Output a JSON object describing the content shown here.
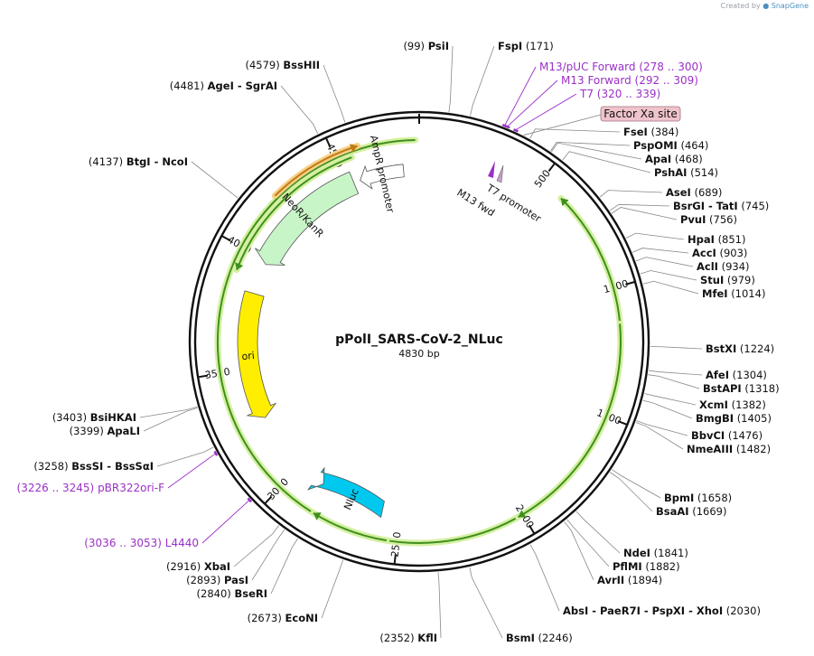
{
  "credit": {
    "prefix": "Created by",
    "brand": "SnapGene"
  },
  "plasmid": {
    "name": "pPolI_SARS-CoV-2_NLuc",
    "length_label": "4830 bp",
    "length": 4830
  },
  "colors": {
    "backbone": "#111111",
    "primer": "#9b30c7",
    "promoter_fill": "#ffffff",
    "neokan_fill": "#c8f5c8",
    "ori_fill": "#ffee00",
    "nluc_fill": "#00c8ee",
    "green_arrow": "#3f8f1f",
    "green_glow": "#d4f0a0",
    "orange_arrow": "#c07a10",
    "orange_glow": "#f7d08a",
    "misc_feature_fill": "#f0c4cc",
    "t7_fill": "#c8a0c8"
  },
  "ticks": [
    {
      "pos": 500,
      "label": "500"
    },
    {
      "pos": 1000,
      "label": "1000"
    },
    {
      "pos": 1500,
      "label": "1500"
    },
    {
      "pos": 2000,
      "label": "2000"
    },
    {
      "pos": 2500,
      "label": "2500"
    },
    {
      "pos": 3000,
      "label": "3000"
    },
    {
      "pos": 3500,
      "label": "3500"
    },
    {
      "pos": 4000,
      "label": "4000"
    },
    {
      "pos": 4500,
      "label": "4500"
    }
  ],
  "features": [
    {
      "label": "NeoR/KanR",
      "start": 4530,
      "end": 3980,
      "dir": "reverse",
      "kind": "cds",
      "color_key": "neokan_fill"
    },
    {
      "label": "AmpR promoter",
      "start": 4760,
      "end": 4560,
      "dir": "reverse",
      "kind": "promoter",
      "color_key": "promoter_fill"
    },
    {
      "label": "ori",
      "start": 3840,
      "end": 3270,
      "dir": "reverse",
      "kind": "rep_origin",
      "color_key": "ori_fill"
    },
    {
      "label": "Nluc",
      "start": 2580,
      "end": 2870,
      "dir": "reverse",
      "kind": "cds",
      "color_key": "nluc_fill"
    },
    {
      "label": "T7 promoter",
      "start": 318,
      "end": 340,
      "dir": "forward",
      "kind": "promoter",
      "color_key": "t7_fill"
    },
    {
      "label": "M13 fwd",
      "start": 290,
      "end": 310,
      "dir": "forward",
      "kind": "primer_bind",
      "color_key": "primer"
    }
  ],
  "arcs": [
    {
      "start": 4815,
      "end": 600,
      "dir": "reverse",
      "color_key": "green_arrow"
    },
    {
      "start": 1140,
      "end": 2020,
      "dir": "forward",
      "color_key": "green_arrow"
    },
    {
      "start": 2540,
      "end": 2840,
      "dir": "forward",
      "color_key": "green_arrow"
    },
    {
      "start": 4560,
      "end": 3910,
      "dir": "reverse",
      "color_key": "green_arrow"
    },
    {
      "start": 4230,
      "end": 4595,
      "dir": "forward",
      "color_key": "orange_arrow"
    }
  ],
  "sites": [
    {
      "name": "PsiI",
      "pos": 99,
      "label": "(99)",
      "order": "pre"
    },
    {
      "name": "FspI",
      "pos": 171,
      "label": "(171)",
      "order": "post"
    },
    {
      "name": "FseI",
      "pos": 384,
      "label": "(384)",
      "order": "post"
    },
    {
      "name": "PspOMI",
      "pos": 464,
      "label": "(464)",
      "order": "post"
    },
    {
      "name": "ApaI",
      "pos": 468,
      "label": "(468)",
      "order": "post"
    },
    {
      "name": "PshAI",
      "pos": 514,
      "label": "(514)",
      "order": "post"
    },
    {
      "name": "AseI",
      "pos": 689,
      "label": "(689)",
      "order": "post"
    },
    {
      "name": "BsrGI - TatI",
      "pos": 745,
      "label": "(745)",
      "order": "post"
    },
    {
      "name": "PvuI",
      "pos": 756,
      "label": "(756)",
      "order": "post"
    },
    {
      "name": "HpaI",
      "pos": 851,
      "label": "(851)",
      "order": "post"
    },
    {
      "name": "AccI",
      "pos": 903,
      "label": "(903)",
      "order": "post"
    },
    {
      "name": "AclI",
      "pos": 934,
      "label": "(934)",
      "order": "post"
    },
    {
      "name": "StuI",
      "pos": 979,
      "label": "(979)",
      "order": "post"
    },
    {
      "name": "MfeI",
      "pos": 1014,
      "label": "(1014)",
      "order": "post"
    },
    {
      "name": "BstXI",
      "pos": 1224,
      "label": "(1224)",
      "order": "post"
    },
    {
      "name": "AfeI",
      "pos": 1304,
      "label": "(1304)",
      "order": "post"
    },
    {
      "name": "BstAPI",
      "pos": 1318,
      "label": "(1318)",
      "order": "post"
    },
    {
      "name": "XcmI",
      "pos": 1382,
      "label": "(1382)",
      "order": "post"
    },
    {
      "name": "BmgBI",
      "pos": 1405,
      "label": "(1405)",
      "order": "post"
    },
    {
      "name": "BbvCI",
      "pos": 1476,
      "label": "(1476)",
      "order": "post"
    },
    {
      "name": "NmeAIII",
      "pos": 1482,
      "label": "(1482)",
      "order": "post"
    },
    {
      "name": "BpmI",
      "pos": 1658,
      "label": "(1658)",
      "order": "post"
    },
    {
      "name": "BsaAI",
      "pos": 1669,
      "label": "(1669)",
      "order": "post"
    },
    {
      "name": "NdeI",
      "pos": 1841,
      "label": "(1841)",
      "order": "post"
    },
    {
      "name": "PflMI",
      "pos": 1882,
      "label": "(1882)",
      "order": "post"
    },
    {
      "name": "AvrII",
      "pos": 1894,
      "label": "(1894)",
      "order": "post"
    },
    {
      "name": "AbsI - PaeR7I - PspXI - XhoI",
      "pos": 2030,
      "label": "(2030)",
      "order": "post"
    },
    {
      "name": "BsmI",
      "pos": 2246,
      "label": "(2246)",
      "order": "post"
    },
    {
      "name": "KflI",
      "pos": 2352,
      "label": "(2352)",
      "order": "pre"
    },
    {
      "name": "EcoNI",
      "pos": 2673,
      "label": "(2673)",
      "order": "pre"
    },
    {
      "name": "BseRI",
      "pos": 2840,
      "label": "(2840)",
      "order": "pre"
    },
    {
      "name": "PasI",
      "pos": 2893,
      "label": "(2893)",
      "order": "pre"
    },
    {
      "name": "XbaI",
      "pos": 2916,
      "label": "(2916)",
      "order": "pre"
    },
    {
      "name": "BssSI - BssSαI",
      "pos": 3258,
      "label": "(3258)",
      "order": "pre"
    },
    {
      "name": "ApaLI",
      "pos": 3399,
      "label": "(3399)",
      "order": "pre"
    },
    {
      "name": "BsiHKAI",
      "pos": 3403,
      "label": "(3403)",
      "order": "pre"
    },
    {
      "name": "BtgI - NcoI",
      "pos": 4137,
      "label": "(4137)",
      "order": "pre"
    },
    {
      "name": "AgeI - SgrAI",
      "pos": 4481,
      "label": "(4481)",
      "order": "pre"
    },
    {
      "name": "BssHII",
      "pos": 4579,
      "label": "(4579)",
      "order": "pre"
    }
  ],
  "primers": [
    {
      "name": "M13/pUC Forward",
      "range": "(278 .. 300)",
      "pos": 290
    },
    {
      "name": "M13 Forward",
      "range": "(292 .. 309)",
      "pos": 300
    },
    {
      "name": "T7",
      "range": "(320 .. 339)",
      "pos": 330
    },
    {
      "name": "pBR322ori-F",
      "range": "(3226 .. 3245)",
      "pos": 3236
    },
    {
      "name": "L4440",
      "range": "(3036 .. 3053)",
      "pos": 3045
    }
  ],
  "misc": [
    {
      "label": "Factor Xa site",
      "pos": 360
    }
  ]
}
